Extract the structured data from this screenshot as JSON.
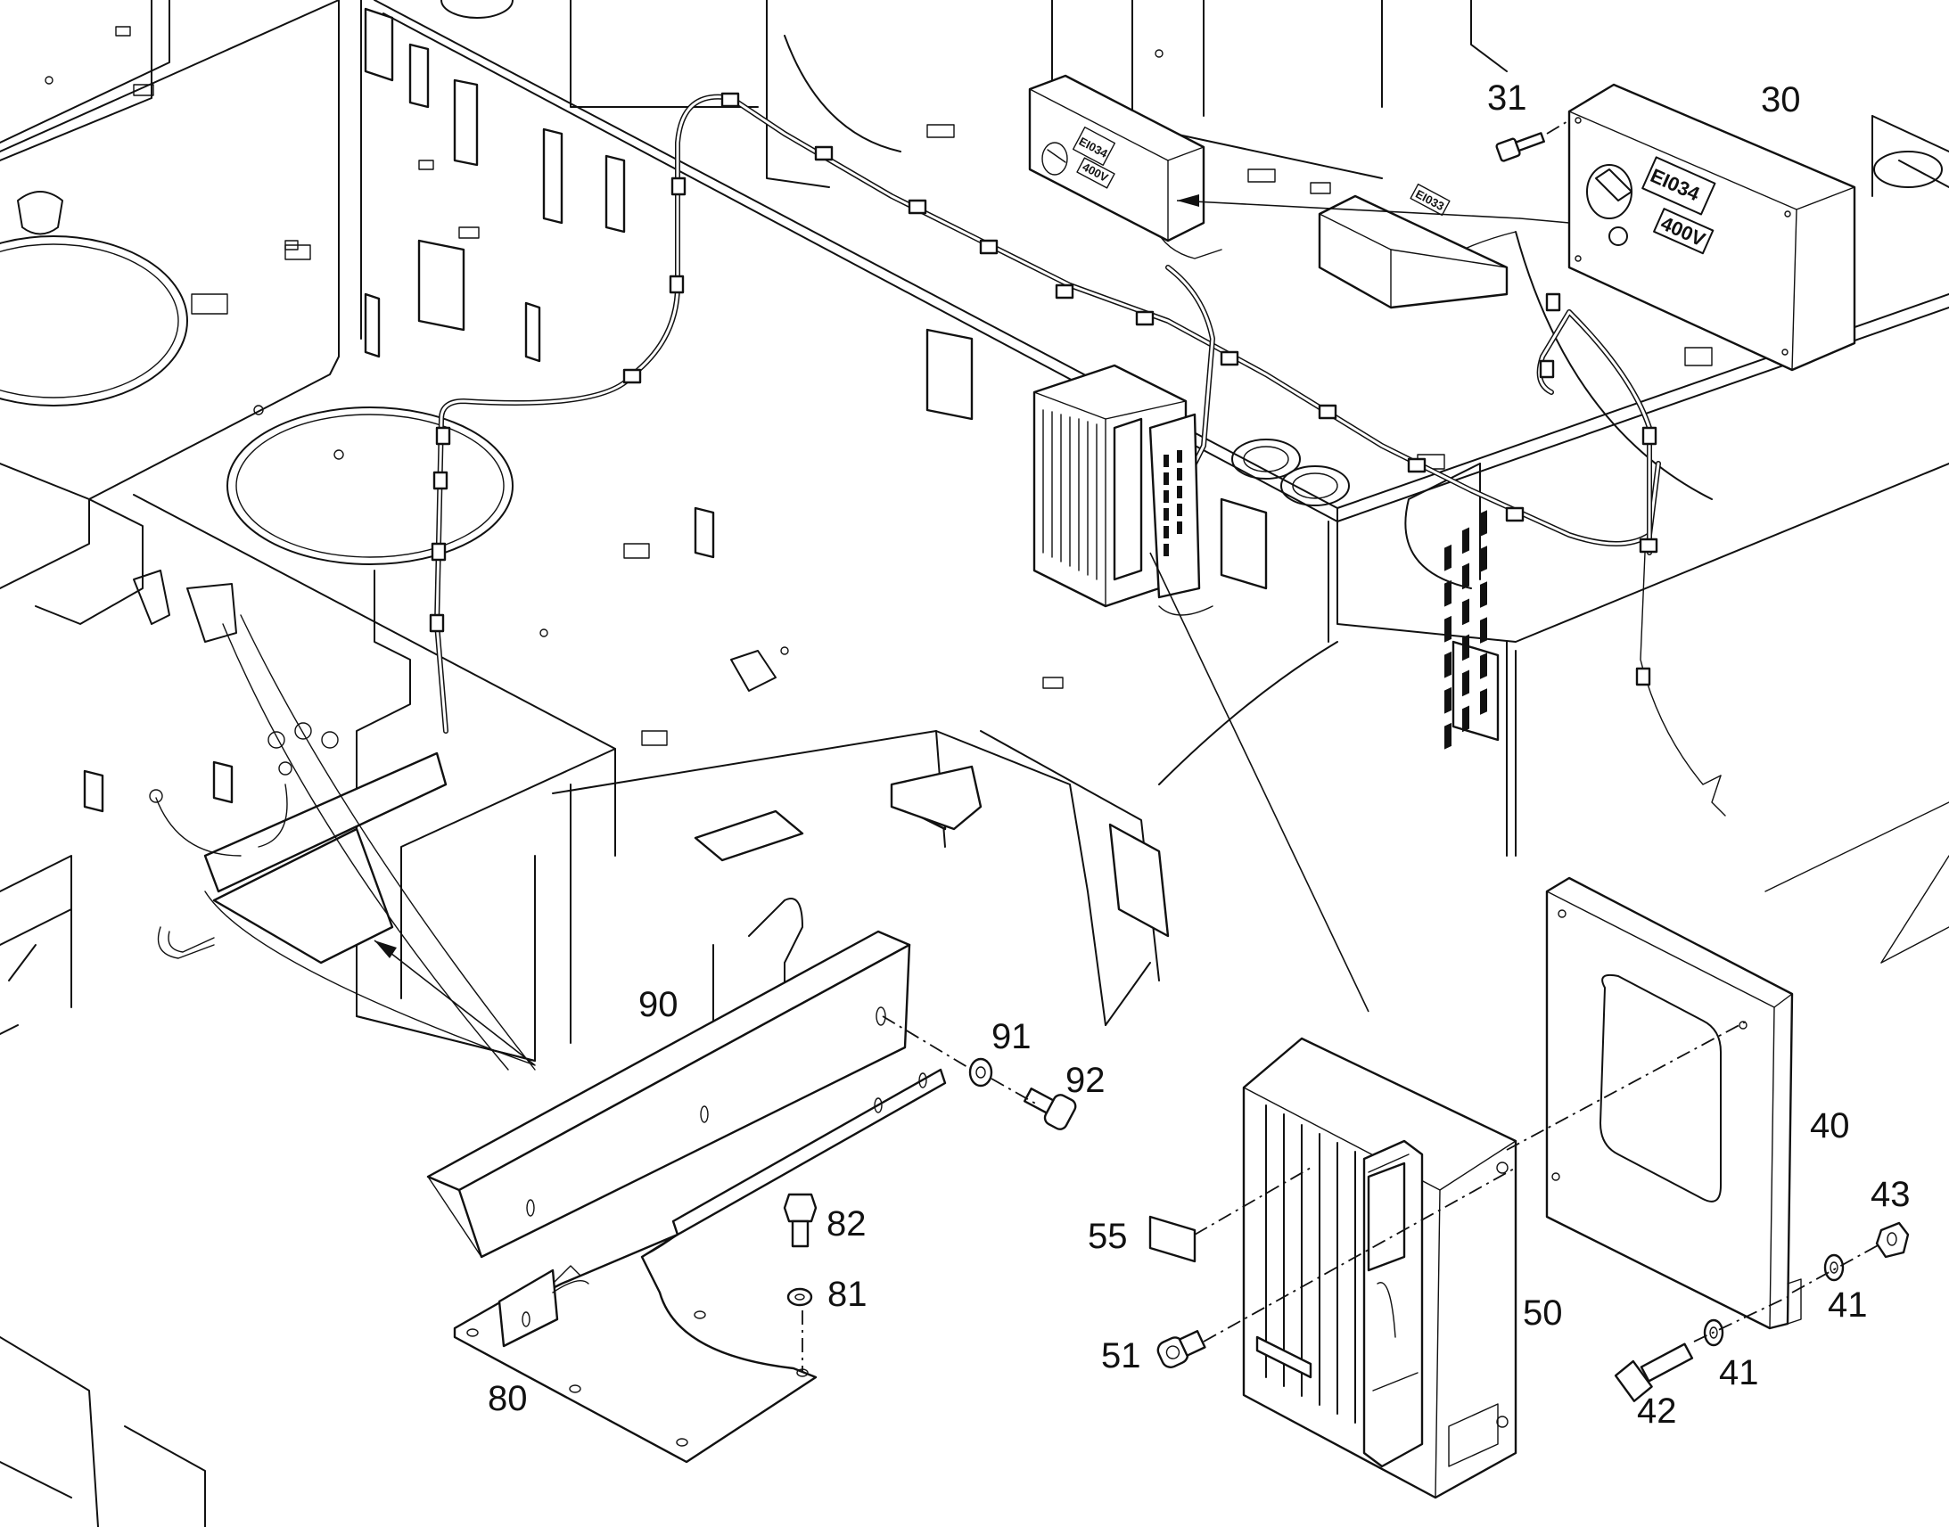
{
  "callouts": {
    "c30": "30",
    "c31": "31",
    "c40": "40",
    "c41a": "41",
    "c41b": "41",
    "c42": "42",
    "c43": "43",
    "c50": "50",
    "c51": "51",
    "c55": "55",
    "c80": "80",
    "c81": "81",
    "c82": "82",
    "c90": "90",
    "c91": "91",
    "c92": "92"
  },
  "box_labels": {
    "main_box_id": "EI034",
    "main_box_voltage": "400V",
    "mounted_box_id": "EI034",
    "mounted_box_voltage": "400V",
    "rear_box_id": "EI033"
  }
}
